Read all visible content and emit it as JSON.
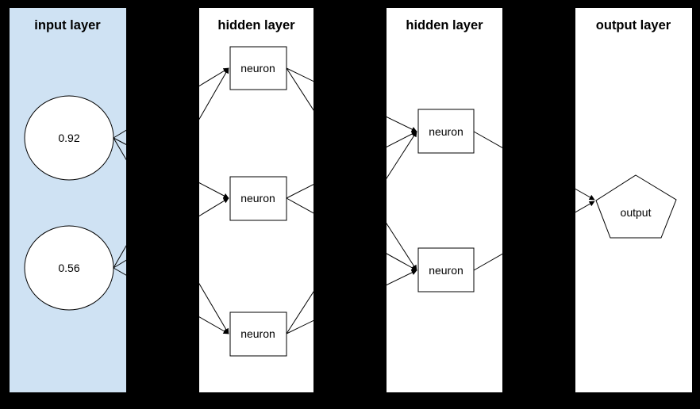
{
  "diagram": {
    "type": "neural-network",
    "background_color": "#000000",
    "stroke_color": "#000000",
    "node_fill_color": "#ffffff",
    "layers": [
      {
        "title": "input layer",
        "panel_color": "#cfe2f3",
        "nodes": [
          {
            "id": "input-1",
            "shape": "circle",
            "label": "0.92"
          },
          {
            "id": "input-2",
            "shape": "circle",
            "label": "0.56"
          }
        ]
      },
      {
        "title": "hidden layer",
        "panel_color": "#ffffff",
        "nodes": [
          {
            "id": "h1-neuron-1",
            "shape": "rectangle",
            "label": "neuron"
          },
          {
            "id": "h1-neuron-2",
            "shape": "rectangle",
            "label": "neuron"
          },
          {
            "id": "h1-neuron-3",
            "shape": "rectangle",
            "label": "neuron"
          }
        ]
      },
      {
        "title": "hidden layer",
        "panel_color": "#ffffff",
        "nodes": [
          {
            "id": "h2-neuron-1",
            "shape": "rectangle",
            "label": "neuron"
          },
          {
            "id": "h2-neuron-2",
            "shape": "rectangle",
            "label": "neuron"
          }
        ]
      },
      {
        "title": "output layer",
        "panel_color": "#ffffff",
        "nodes": [
          {
            "id": "output-1",
            "shape": "pentagon",
            "label": "output"
          }
        ]
      }
    ],
    "connections": [
      {
        "from": "input-1",
        "to": "h1-neuron-1"
      },
      {
        "from": "input-1",
        "to": "h1-neuron-2"
      },
      {
        "from": "input-1",
        "to": "h1-neuron-3"
      },
      {
        "from": "input-2",
        "to": "h1-neuron-1"
      },
      {
        "from": "input-2",
        "to": "h1-neuron-2"
      },
      {
        "from": "input-2",
        "to": "h1-neuron-3"
      },
      {
        "from": "h1-neuron-1",
        "to": "h2-neuron-1"
      },
      {
        "from": "h1-neuron-1",
        "to": "h2-neuron-2"
      },
      {
        "from": "h1-neuron-2",
        "to": "h2-neuron-1"
      },
      {
        "from": "h1-neuron-2",
        "to": "h2-neuron-2"
      },
      {
        "from": "h1-neuron-3",
        "to": "h2-neuron-1"
      },
      {
        "from": "h1-neuron-3",
        "to": "h2-neuron-2"
      },
      {
        "from": "h2-neuron-1",
        "to": "output-1"
      },
      {
        "from": "h2-neuron-2",
        "to": "output-1"
      }
    ]
  }
}
